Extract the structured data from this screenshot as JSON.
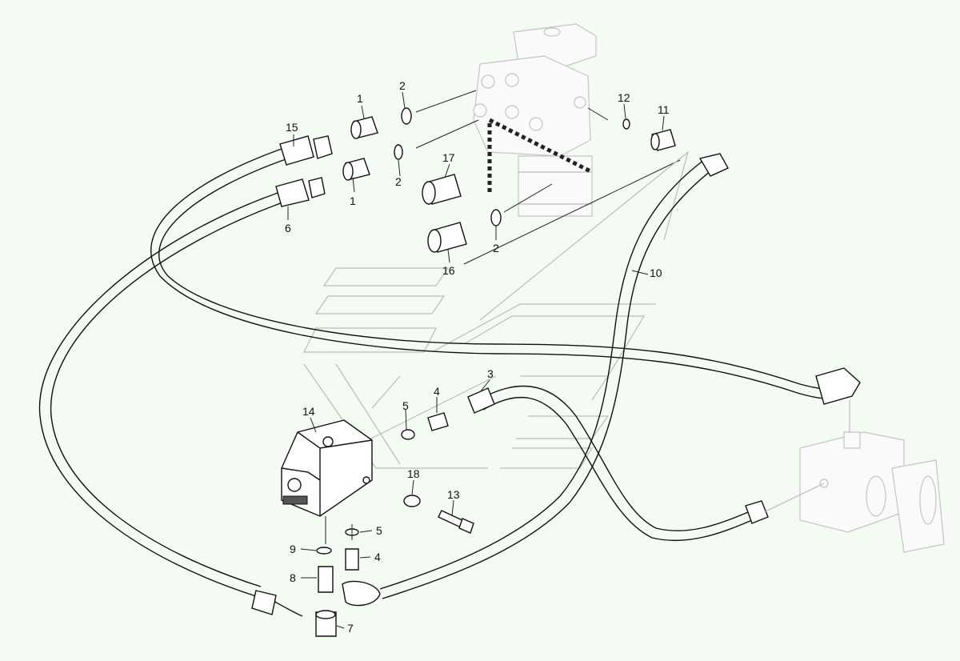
{
  "colors": {
    "background": "#f3fbf3",
    "line": "#111111",
    "ghost": "#bbbbbb"
  },
  "callouts": [
    {
      "id": "c1a",
      "text": "1"
    },
    {
      "id": "c1b",
      "text": "1"
    },
    {
      "id": "c2a",
      "text": "2"
    },
    {
      "id": "c2b",
      "text": "2"
    },
    {
      "id": "c2c",
      "text": "2"
    },
    {
      "id": "c3",
      "text": "3"
    },
    {
      "id": "c4a",
      "text": "4"
    },
    {
      "id": "c4b",
      "text": "4"
    },
    {
      "id": "c5a",
      "text": "5"
    },
    {
      "id": "c5b",
      "text": "5"
    },
    {
      "id": "c6",
      "text": "6"
    },
    {
      "id": "c7",
      "text": "7"
    },
    {
      "id": "c8",
      "text": "8"
    },
    {
      "id": "c9",
      "text": "9"
    },
    {
      "id": "c10",
      "text": "10"
    },
    {
      "id": "c11",
      "text": "11"
    },
    {
      "id": "c12",
      "text": "12"
    },
    {
      "id": "c13",
      "text": "13"
    },
    {
      "id": "c14",
      "text": "14"
    },
    {
      "id": "c15",
      "text": "15"
    },
    {
      "id": "c16",
      "text": "16"
    },
    {
      "id": "c17",
      "text": "17"
    },
    {
      "id": "c18",
      "text": "18"
    }
  ]
}
